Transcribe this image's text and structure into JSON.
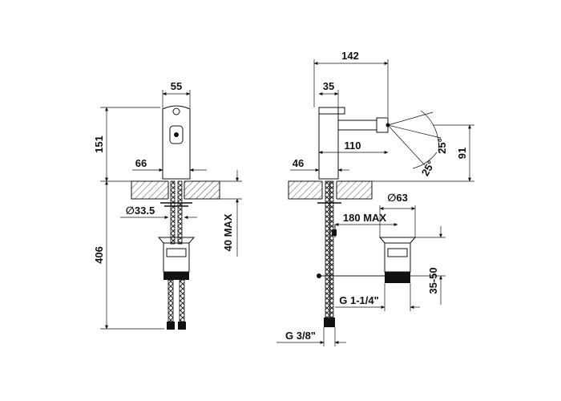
{
  "front_view": {
    "width_top": "55",
    "height_body": "151",
    "spout_width": "66",
    "hole_diameter": "∅33.5",
    "deck_max": "40 MAX",
    "total_height": "406"
  },
  "side_view": {
    "overall_depth": "142",
    "body_width": "35",
    "spout_reach": "110",
    "base_offset": "46",
    "angle_up": "25°",
    "angle_down": "25°",
    "nozzle_height": "91",
    "waste_diameter": "∅63",
    "rod_max": "180 MAX",
    "waste_range": "35-50",
    "waste_thread": "G 1-1/4\"",
    "supply_thread": "G 3/8\""
  },
  "colors": {
    "line": "#111111",
    "hatch": "#222222",
    "background": "#ffffff"
  }
}
